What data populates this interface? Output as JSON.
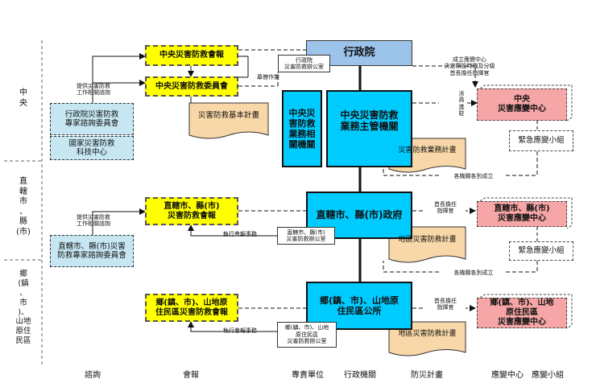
{
  "side_levels": {
    "central": "中\n央",
    "municipal": "直\n轄\n市\n、\n縣\n(市)",
    "township": "鄉\n(鎮\n、\n市\n)、\n山地\n原住\n民區"
  },
  "columns": {
    "consult": "諮詢",
    "meeting": "會報",
    "dedicated": "專責單位",
    "admin": "行政機關",
    "plan": "防災計畫",
    "response_center": "應變中心",
    "response_team": "應變小組"
  },
  "central": {
    "meeting": "中央災害防救會報",
    "committee": "中央災害防救委員會",
    "consult_box_1": "行政院災害防救\n專家諮詢委員會",
    "consult_box_2": "國家災害防救\n科技中心",
    "consult_note": "提供災害防救\n工作相關諮詢",
    "exec_yuan": "行政院",
    "exec_office": "行政院\n災害防救辦公室",
    "staff_note": "幕僚作業",
    "basic_plan": "災害防救基本計畫",
    "related_agencies": "中央災\n害防救\n業務相\n關機關",
    "competent_agency": "中央災害防救\n業務主管機關",
    "operation_plan": "災害防救業務計畫",
    "center_note": "成立應變中心\n決定開設時機及分級\n首長擔任指揮官",
    "dispatch_note": "派\n員\n進\n駐",
    "response_center": "中央\n災害應變中心",
    "response_team": "緊急應變小組",
    "team_note": "各機關各別成立"
  },
  "municipal": {
    "meeting": "直轄市、縣(市)\n災害防救會報",
    "consult_box": "直轄市、縣(市)災害\n防救專家諮詢委員會",
    "consult_note": "提供災害防救\n工作相關諮詢",
    "exec_note": "執行會報事務",
    "office": "直轄市、縣(市)\n災害防救辦公室",
    "government": "直轄市、縣(市)政府",
    "plan": "地區災害防救計畫",
    "commander_note": "首長擔任\n指揮官",
    "response_center": "直轄市、縣(市)\n災害應變中心",
    "response_team": "緊急應變小組",
    "team_note": "各機關各別成立"
  },
  "township": {
    "meeting": "鄉(鎮、市)、山地原\n住民區災害防救會報",
    "exec_note": "執行會報事務",
    "office": "鄉(鎮、市)、山地\n原住民區\n災害防救辦公室",
    "office_hq": "鄉(鎮、市)、山地原\n住民區公所",
    "plan": "地區災害防救計畫",
    "commander_note": "首長擔任\n指揮官",
    "response_center": "鄉(鎮、市)、山地\n原住民區\n災害應變中心"
  },
  "colors": {
    "yellow": "#ffff00",
    "cyan": "#00cbff",
    "blue": "#9cc3ea",
    "pink": "#f6a6a6",
    "light_blue": "#c6e6f2",
    "doc": "#f8d7a8"
  }
}
